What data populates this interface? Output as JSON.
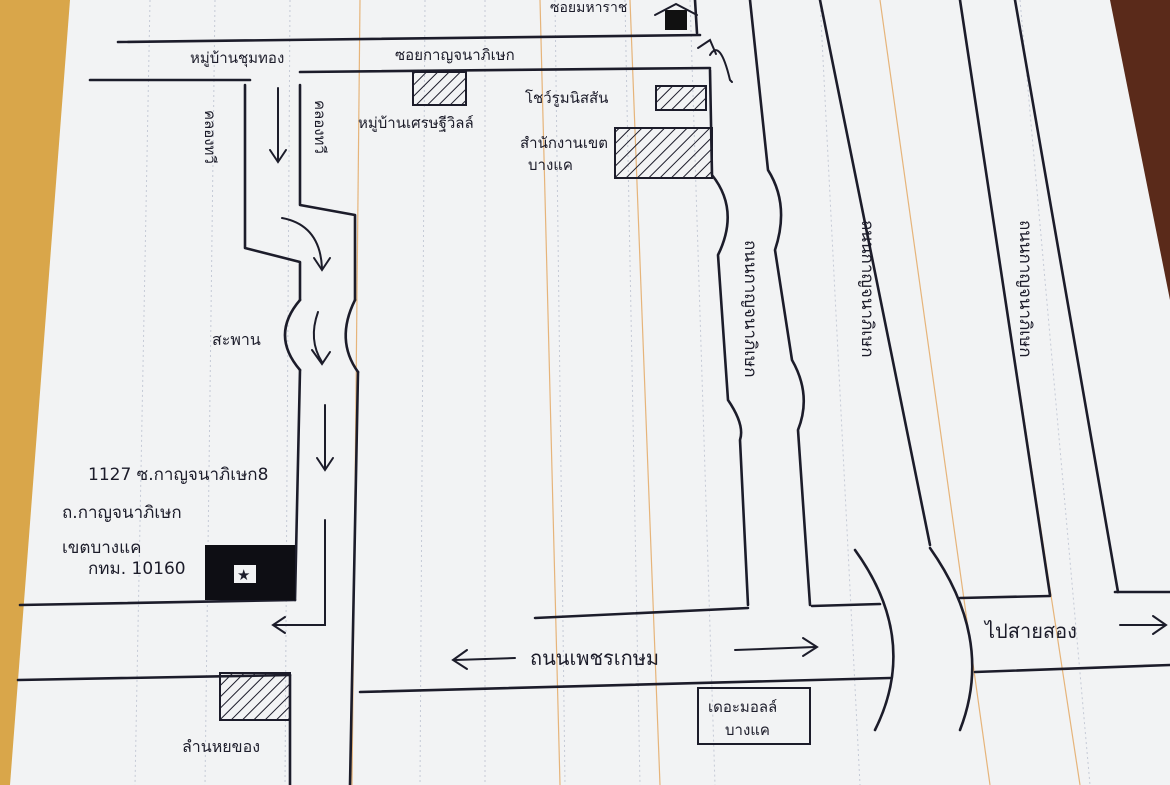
{
  "labels": {
    "top_cut": "ซอยมหาราช",
    "village_chumthong": "หมู่บ้านชุมทอง",
    "soi_kanchanaphisek": "ซอยกาญจนาภิเษก",
    "village_setthi_villa": "หมู่บ้านเศรษฐีวิลล์",
    "showroom": "โชว์รูมนิสสัน",
    "district_office_1": "สำนักงานเขต",
    "district_office_2": "บางแค",
    "canal_left": "คลองทวี",
    "canal_mid": "คลองทวี",
    "bridge": "สะพาน",
    "addr_1": "1127 ซ.กาญจนาภิเษก8",
    "addr_2": "ถ.กาญจนาภิเษก",
    "addr_3": "เขตบางแค",
    "addr_4": "กทม. 10160",
    "star": "★",
    "road_kanchanaphisek": "ถนนกาญจนาภิเษก",
    "road_kanchanaphisek_mid": "ถนนกาญจนาภิเษก",
    "road_kanchanaphisek_right": "ถนนกาญจนาภิเษก",
    "road_phetkasem": "ถนนเพชรเกษม",
    "to_sai_song": "ไปสายสอง",
    "the_mall_1": "เดอะมอลล์",
    "the_mall_2": "บางแค",
    "temple": "ลำนหยของ"
  }
}
